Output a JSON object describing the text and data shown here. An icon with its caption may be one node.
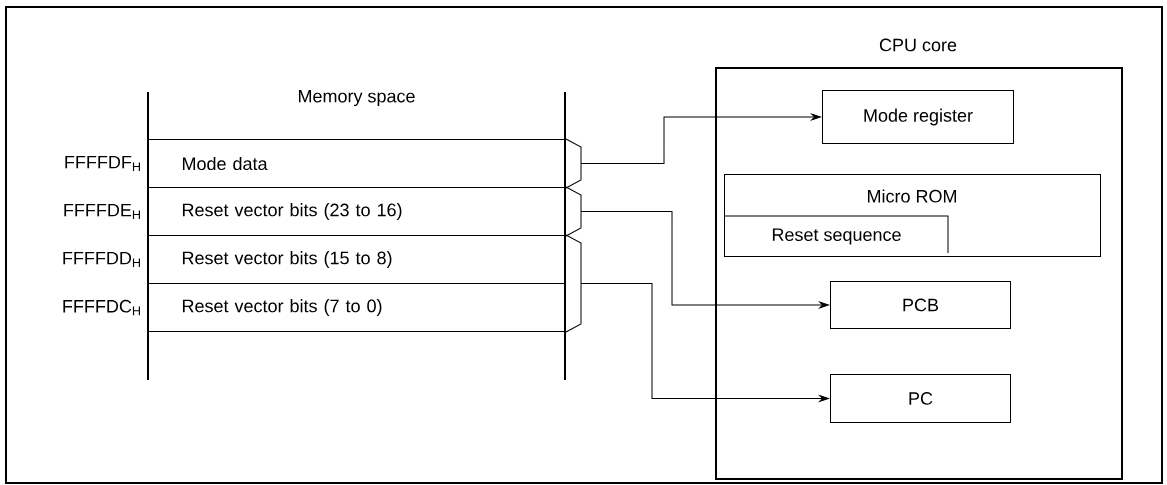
{
  "diagram": {
    "nodes": [
      {
        "text": [
          "Memory space"
        ]
      },
      {
        "text": [
          "Mode data"
        ],
        "in": 0,
        "beside": [
          "FFFFDF$_{H}$"
        ]
      },
      {
        "text": [
          "Reset vector bits (23 to 16)"
        ],
        "in": 0,
        "beside": [
          "FFFFDE$_{H}$"
        ]
      },
      {
        "text": [
          "Reset vector bits (15 to 8)"
        ],
        "in": 0,
        "beside": [
          "FFFFDD$_{H}$"
        ]
      },
      {
        "text": [
          "Reset vector bits (7 to 0)"
        ],
        "in": 0,
        "beside": [
          "FFFFDC$_{H}$"
        ]
      },
      {
        "text": [
          "CPU core"
        ]
      },
      {
        "text": [
          "Mode register"
        ],
        "in": 5
      },
      {
        "text": [
          "Micro ROM"
        ],
        "in": 5
      },
      {
        "text": [
          "Reset sequence"
        ],
        "in": 7
      },
      {
        "text": [
          "PCB"
        ],
        "in": 5
      },
      {
        "text": [
          "PC"
        ],
        "in": 5
      }
    ],
    "edges": [
      {
        "from": 1,
        "to": 6,
        "arrow": "to"
      },
      {
        "from": 2,
        "to": 9,
        "arrow": "to"
      },
      {
        "from": 3,
        "to": 10,
        "arrow": "to"
      },
      {
        "from": 4,
        "to": 10,
        "arrow": "to"
      }
    ]
  }
}
